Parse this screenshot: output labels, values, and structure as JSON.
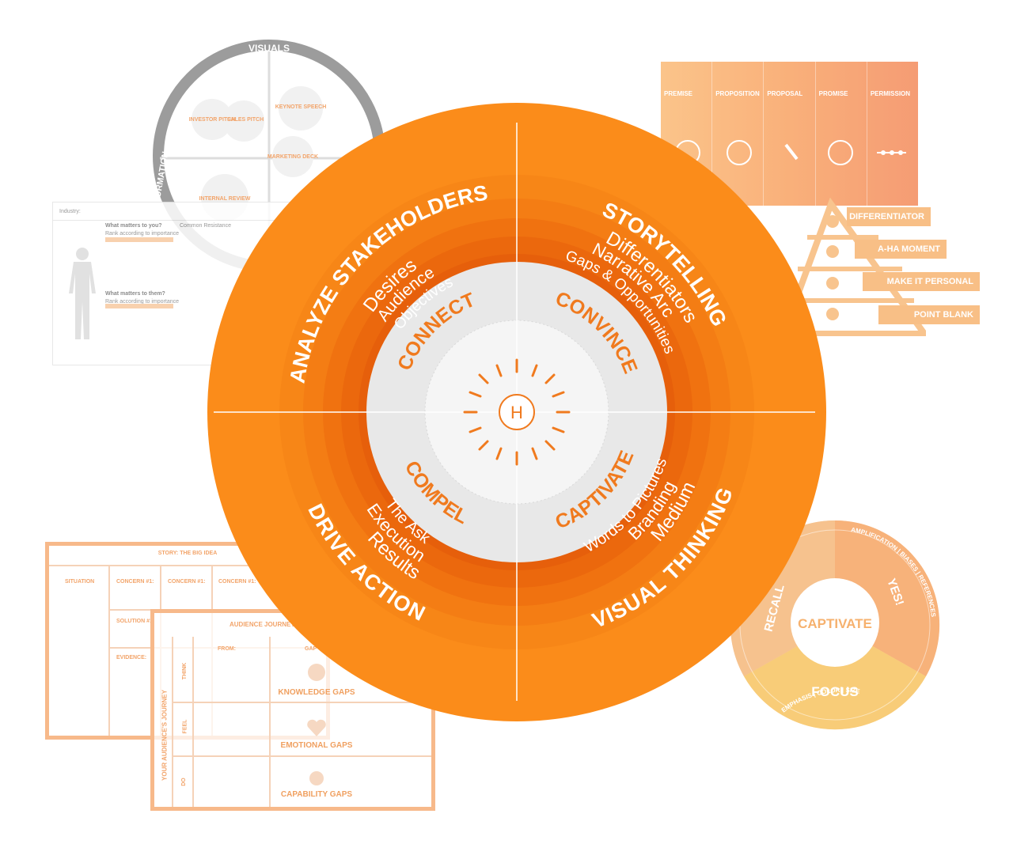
{
  "center_logo": "H",
  "inner_ring": {
    "top_left": "CONNECT",
    "top_right": "CONVINCE",
    "bottom_left": "COMPEL",
    "bottom_right": "CAPTIVATE"
  },
  "quadrants": {
    "top_left": {
      "title": "ANALYZE STAKEHOLDERS",
      "items": [
        "Desires",
        "Audience",
        "Objectives"
      ]
    },
    "top_right": {
      "title": "STORYTELLING",
      "items": [
        "Differentiators",
        "Narrative Arc",
        "Gaps & Opportunities"
      ]
    },
    "bottom_left": {
      "title": "DRIVE ACTION",
      "items": [
        "The Ask",
        "Execution",
        "Results"
      ]
    },
    "bottom_right": {
      "title": "VISUAL THINKING",
      "items": [
        "Words to Pictures",
        "Branding",
        "Medium"
      ]
    }
  },
  "visuals_card": {
    "top_label": "VISUALS",
    "side_label": "INFORMATION",
    "bubbles": [
      "INVESTOR PITCH",
      "SALES PITCH",
      "KEYNOTE SPEECH",
      "MARKETING DECK",
      "INTERNAL REVIEW"
    ]
  },
  "stakeholder_card": {
    "industry_label": "Industry:",
    "q1": "What matters to you?",
    "q1_sub": "Rank according to importance",
    "q2": "What matters to them?",
    "q2_sub": "Rank according to importance",
    "resistance": "Common Resistance"
  },
  "story_card": {
    "columns": [
      "PREMISE",
      "PROPOSITION",
      "PROPOSAL",
      "PROMISE",
      "PERMISSION"
    ],
    "pyramid": [
      "DIFFERENTIATOR",
      "A-HA MOMENT",
      "MAKE IT PERSONAL",
      "POINT BLANK"
    ]
  },
  "big_idea_card": {
    "title": "STORY: THE BIG IDEA",
    "row1": [
      "SITUATION",
      "CONCERN #1:",
      "CONCERN #1:",
      "CONCERN #1:"
    ],
    "row2": [
      "SOLUTION #1:"
    ],
    "row3": [
      "EVIDENCE:"
    ]
  },
  "journey_card": {
    "title": "AUDIENCE JOURNEY",
    "side_label": "YOUR AUDIENCE'S JOURNEY",
    "from": "FROM:",
    "gap_header": "GAP",
    "rows": [
      "THINK",
      "FEEL",
      "DO"
    ],
    "gaps": [
      "KNOWLEDGE GAPS",
      "EMOTIONAL GAPS",
      "CAPABILITY GAPS"
    ]
  },
  "captivate_card": {
    "center": "CAPTIVATE",
    "segments": [
      "RECALL",
      "YES!",
      "FOCUS"
    ],
    "rim_labels": [
      "AMPLIFICATION | BIASES | REFERENCES",
      "EMPHASIS | COLOR | SIZE"
    ]
  },
  "colors": {
    "ring_outer": "#fb8c1a",
    "ring_inner": "#e85d0a",
    "core": "#e8e8e8",
    "accent": "#f07a1e"
  }
}
